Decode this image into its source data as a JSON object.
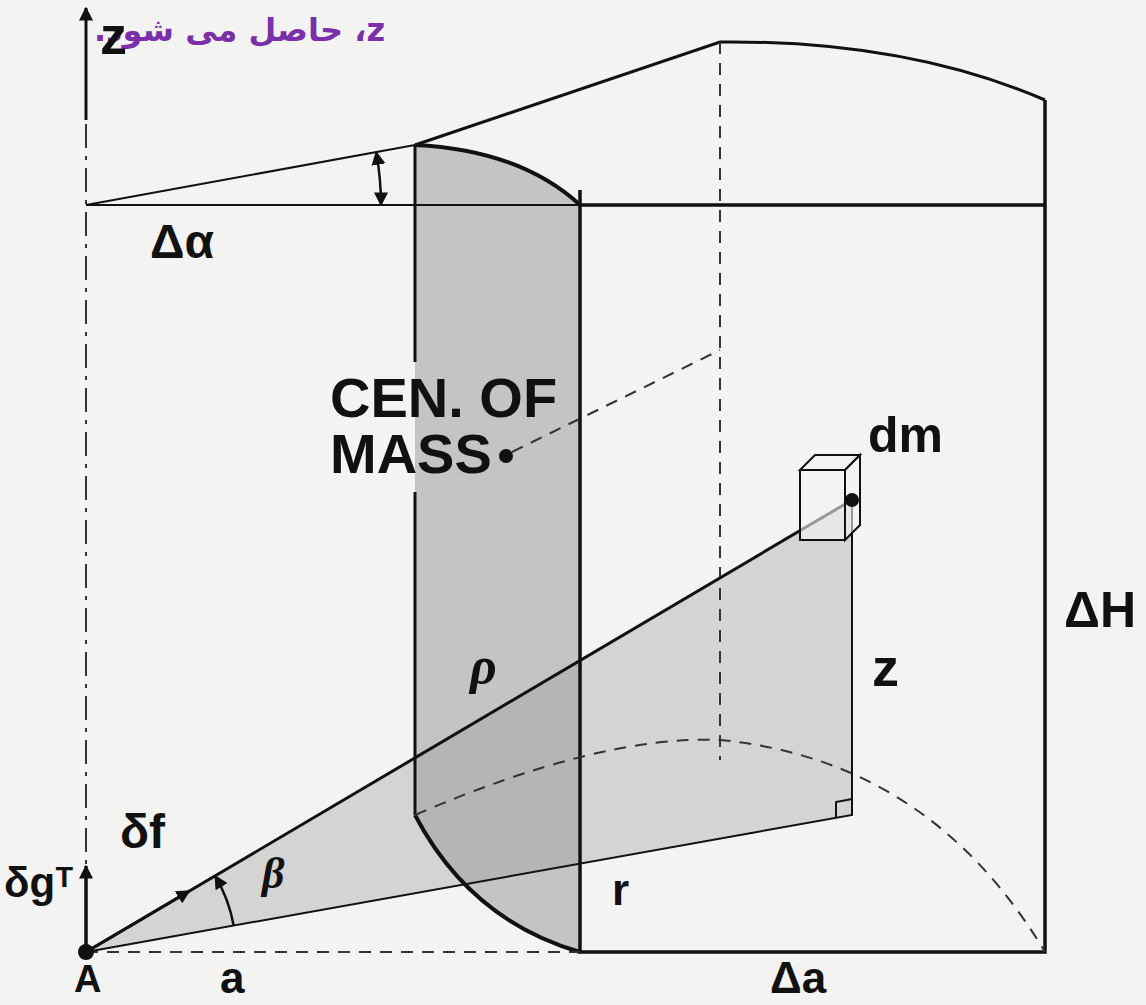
{
  "diagram": {
    "labels": [
      "z، حاصل می شود.",
      "z",
      "Δα",
      "CEN. OF MASS",
      "dm",
      "ΔH",
      "ρ",
      "z",
      "δf",
      "δgᵀ",
      "β",
      "r",
      "A",
      "a",
      "Δa"
    ]
  }
}
